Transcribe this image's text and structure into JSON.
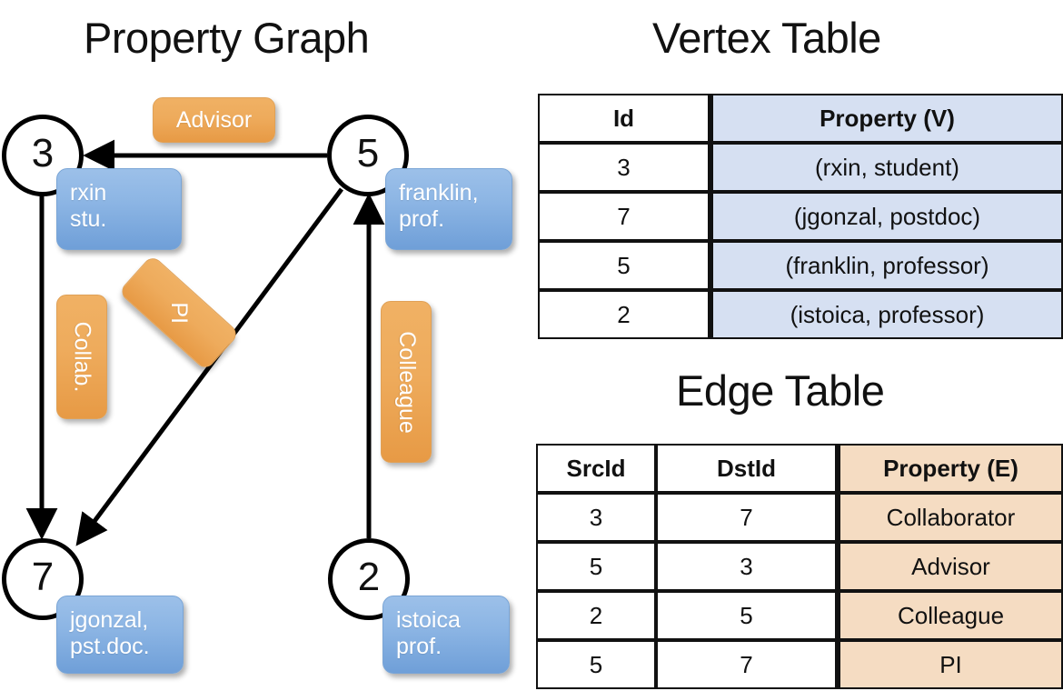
{
  "titles": {
    "property_graph": "Property Graph",
    "vertex_table": "Vertex Table",
    "edge_table": "Edge Table"
  },
  "graph": {
    "nodes": [
      {
        "id": "3",
        "property_label": "rxin\nstu.",
        "line1": "rxin",
        "line2": "stu."
      },
      {
        "id": "5",
        "property_label": "franklin,\nprof.",
        "line1": "franklin,",
        "line2": "prof."
      },
      {
        "id": "7",
        "property_label": "jgonzal,\npst.doc.",
        "line1": "jgonzal,",
        "line2": "pst.doc."
      },
      {
        "id": "2",
        "property_label": "istoica\nprof.",
        "line1": "istoica",
        "line2": "prof."
      }
    ],
    "edge_labels": [
      {
        "name": "advisor",
        "text": "Advisor",
        "orientation": "horizontal"
      },
      {
        "name": "collab",
        "text": "Collab.",
        "orientation": "vertical"
      },
      {
        "name": "pi",
        "text": "PI",
        "orientation": "diagonal"
      },
      {
        "name": "colleague",
        "text": "Colleague",
        "orientation": "vertical"
      }
    ]
  },
  "vertex_table": {
    "columns": [
      "Id",
      "Property (V)"
    ],
    "rows": [
      {
        "id": "3",
        "property": "(rxin, student)"
      },
      {
        "id": "7",
        "property": "(jgonzal, postdoc)"
      },
      {
        "id": "5",
        "property": "(franklin, professor)"
      },
      {
        "id": "2",
        "property": "(istoica, professor)"
      }
    ]
  },
  "edge_table": {
    "columns": [
      "SrcId",
      "DstId",
      "Property (E)"
    ],
    "rows": [
      {
        "src": "3",
        "dst": "7",
        "property": "Collaborator"
      },
      {
        "src": "5",
        "dst": "3",
        "property": "Advisor"
      },
      {
        "src": "2",
        "dst": "5",
        "property": "Colleague"
      },
      {
        "src": "5",
        "dst": "7",
        "property": "PI"
      }
    ]
  },
  "colors": {
    "vertex_property_fill": "#D6E0F2",
    "edge_property_fill": "#F5DCC2",
    "vertex_box": "#8CB5E4",
    "edge_box": "#EEAB5C",
    "stroke": "#000000"
  }
}
